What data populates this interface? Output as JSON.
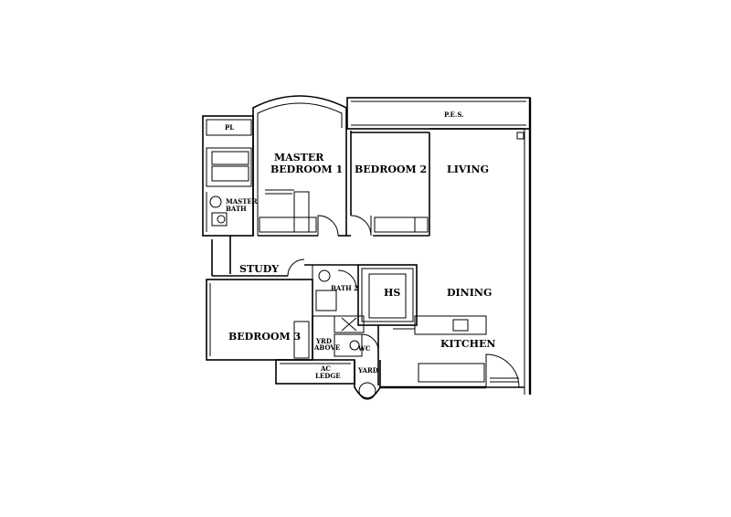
{
  "floorplan": {
    "rooms": {
      "pes": "P.E.S.",
      "pl": "PL",
      "master_bedroom_line1": "MASTER",
      "master_bedroom_line2": "BEDROOM 1",
      "bedroom2": "BEDROOM 2",
      "living": "LIVING",
      "master_bath_line1": "MASTER",
      "master_bath_line2": "BATH",
      "study": "STUDY",
      "bath2": "BATH 2",
      "hs": "HS",
      "dining": "DINING",
      "bedroom3": "BEDROOM 3",
      "kitchen": "KITCHEN",
      "wc": "WC",
      "yard_laundry_line1": "YRD",
      "yard_laundry_line2": "ABOVE",
      "ac_ledge_line1": "AC",
      "ac_ledge_line2": "LEDGE",
      "yard": "YARD"
    }
  }
}
